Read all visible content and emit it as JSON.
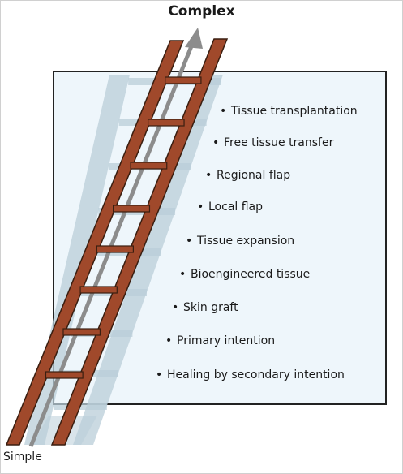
{
  "title_top": "Complex",
  "title_bottom": "Simple",
  "steps": [
    "Tissue transplantation",
    "Free tissue transfer",
    "Regional flap",
    "Local flap",
    "Tissue expansion",
    "Bioengineered tissue",
    "Skin graft",
    "Primary intention",
    "Healing by secondary intention"
  ],
  "colors": {
    "ladder_wood": "#a0492b",
    "ladder_outline": "#3a1e10",
    "panel_fill": "#eef6fb",
    "shadow": "#b9cdd8",
    "arrow": "#8c8c8c"
  }
}
